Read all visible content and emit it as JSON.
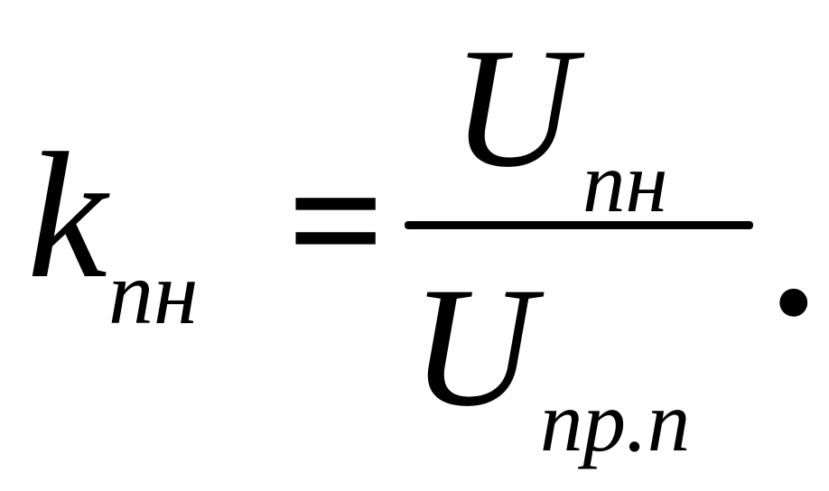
{
  "formula": {
    "lhs": {
      "symbol": "k",
      "subscript": "пн"
    },
    "relation": "=",
    "numerator": {
      "symbol": "U",
      "subscript": "пн"
    },
    "denominator": {
      "symbol": "U",
      "subscript": "пр.п"
    },
    "terminator": "."
  }
}
